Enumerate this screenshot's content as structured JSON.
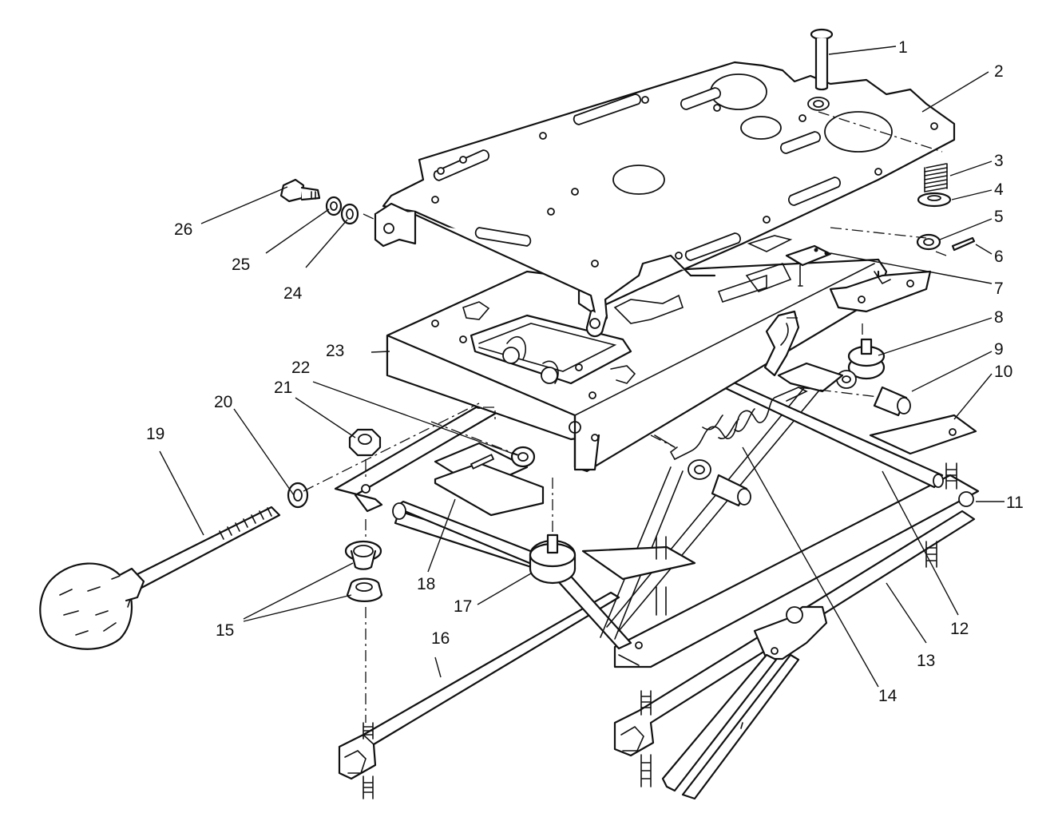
{
  "diagram": {
    "callouts": [
      {
        "id": "1",
        "label": "1"
      },
      {
        "id": "2",
        "label": "2"
      },
      {
        "id": "3",
        "label": "3"
      },
      {
        "id": "4",
        "label": "4"
      },
      {
        "id": "5",
        "label": "5"
      },
      {
        "id": "6",
        "label": "6"
      },
      {
        "id": "7",
        "label": "7"
      },
      {
        "id": "8",
        "label": "8"
      },
      {
        "id": "9",
        "label": "9"
      },
      {
        "id": "10",
        "label": "10"
      },
      {
        "id": "11",
        "label": "11"
      },
      {
        "id": "12",
        "label": "12"
      },
      {
        "id": "13",
        "label": "13"
      },
      {
        "id": "14",
        "label": "14"
      },
      {
        "id": "15",
        "label": "15"
      },
      {
        "id": "16",
        "label": "16"
      },
      {
        "id": "17",
        "label": "17"
      },
      {
        "id": "18",
        "label": "18"
      },
      {
        "id": "19",
        "label": "19"
      },
      {
        "id": "20",
        "label": "20"
      },
      {
        "id": "21",
        "label": "21"
      },
      {
        "id": "22",
        "label": "22"
      },
      {
        "id": "23",
        "label": "23"
      },
      {
        "id": "24",
        "label": "24"
      },
      {
        "id": "25",
        "label": "25"
      },
      {
        "id": "26",
        "label": "26"
      }
    ]
  }
}
